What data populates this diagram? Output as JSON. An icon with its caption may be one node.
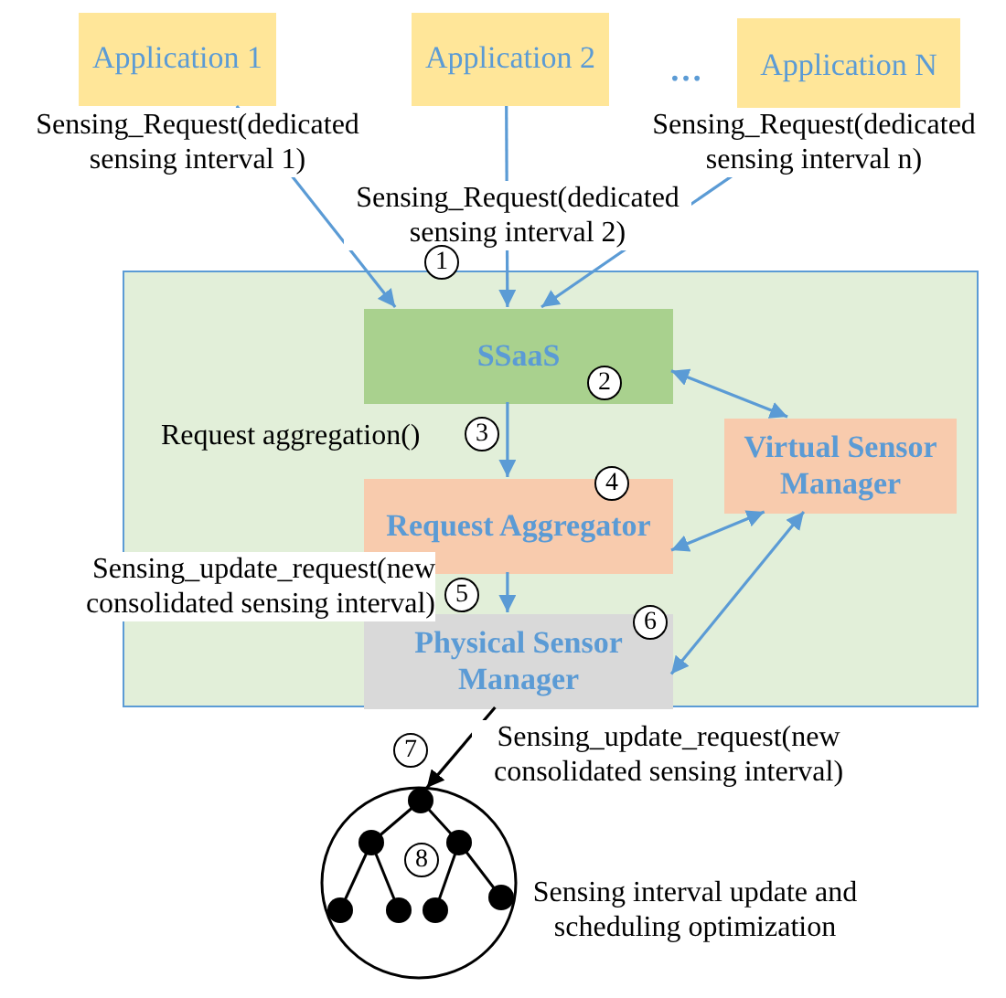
{
  "diagram": {
    "nodes": [
      {
        "text": [
          "Application 1"
        ]
      },
      {
        "text": [
          "Application 2"
        ]
      },
      {
        "text": [
          "Application N"
        ]
      },
      {
        "text": [],
        "shape": "box"
      },
      {
        "text": [
          "SSaaS"
        ],
        "in": 3
      },
      {
        "text": [
          "Request Aggregator"
        ],
        "in": 3
      },
      {
        "text": [
          "Virtual Sensor Manager"
        ],
        "in": 3
      },
      {
        "text": [
          "Physical Sensor Manager"
        ],
        "in": 3
      },
      {
        "text": [],
        "shape": "circle",
        "beside": [
          "Sensing interval update and scheduling optimization"
        ]
      }
    ],
    "edges": [
      {
        "from": 0,
        "to": 4,
        "arrow": "to",
        "label": "Sensing_Request(dedicated sensing interval 1)"
      },
      {
        "from": 1,
        "to": 4,
        "arrow": "to",
        "label": "Sensing_Request(dedicated sensing interval 2)"
      },
      {
        "from": 2,
        "to": 4,
        "arrow": "to",
        "label": "Sensing_Request(dedicated sensing interval n)"
      },
      {
        "from": 4,
        "to": 5,
        "arrow": "to",
        "label": "Request aggregation()"
      },
      {
        "from": 4,
        "to": 6,
        "arrow": "both"
      },
      {
        "from": 5,
        "to": 6,
        "arrow": "both"
      },
      {
        "from": 5,
        "to": 7,
        "arrow": "to",
        "label": "Sensing_update_request(new consolidated sensing interval)"
      },
      {
        "from": 6,
        "to": 7,
        "arrow": "both"
      },
      {
        "from": 7,
        "to": 8,
        "arrow": "to",
        "label": "Sensing_update_request(new consolidated sensing interval)",
        "color": "#000000"
      }
    ],
    "labels": [
      "…",
      "1",
      "2",
      "3",
      "4",
      "5",
      "6",
      "7",
      "8"
    ]
  }
}
